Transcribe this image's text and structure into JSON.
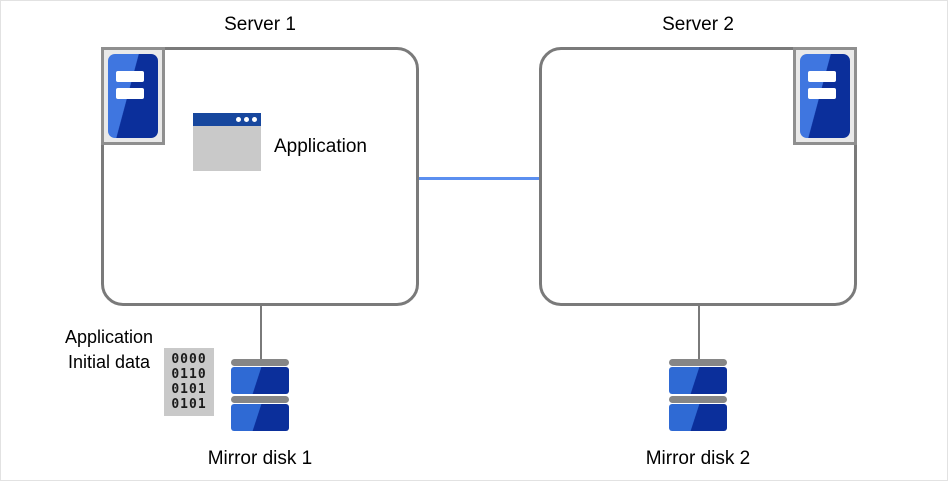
{
  "diagram": {
    "title_hidden": "",
    "colors": {
      "server_border": "#7a7a7a",
      "icon_blue_light": "#3f76e0",
      "icon_blue_dark": "#0b2f9b",
      "interconnect_blue": "#5b8ff0",
      "panel_gray": "#c9c9c9",
      "canvas_border": "#e2e2e2"
    },
    "servers": [
      {
        "id": "server-1",
        "title": "Server 1",
        "icon_name": "server-machine-icon",
        "app": {
          "icon_name": "application-window-icon",
          "label": "Application",
          "dots": 3
        }
      },
      {
        "id": "server-2",
        "title": "Server 2",
        "icon_name": "server-machine-icon",
        "app": null
      }
    ],
    "interconnect": {
      "name": "interconnect-line",
      "color": "#5b8ff0"
    },
    "disks": [
      {
        "id": "disk-1",
        "label": "Mirror disk 1",
        "icon_name": "mirror-disk-icon"
      },
      {
        "id": "disk-2",
        "label": "Mirror disk 2",
        "icon_name": "mirror-disk-icon"
      }
    ],
    "initial_data": {
      "label_line1": "Application",
      "label_line2": "Initial data",
      "rows": [
        "0000",
        "0110",
        "0101",
        "0101"
      ]
    }
  }
}
